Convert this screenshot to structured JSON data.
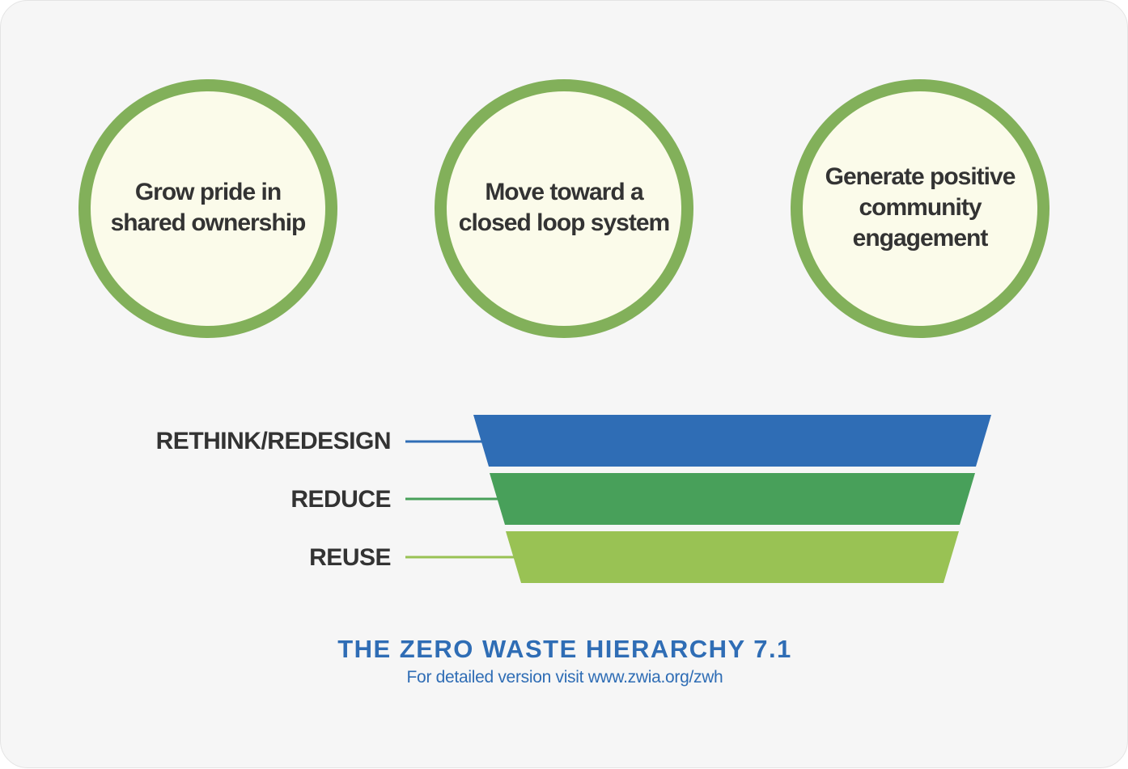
{
  "goals": [
    {
      "text": "Grow pride in shared ownership"
    },
    {
      "text": "Move toward a closed loop system"
    },
    {
      "text": "Generate positive community engagement"
    }
  ],
  "hierarchy": {
    "levels": [
      {
        "label": "RETHINK/REDESIGN",
        "color": "#2f6db5"
      },
      {
        "label": "REDUCE",
        "color": "#48a05a"
      },
      {
        "label": "REUSE",
        "color": "#99c254"
      }
    ]
  },
  "title": "THE ZERO WASTE HIERARCHY 7.1",
  "subtitle": "For detailed version visit www.zwia.org/zwh",
  "colors": {
    "circle_border": "#82b05a",
    "circle_fill": "#fbfbea",
    "title": "#2f6db5",
    "text": "#333333"
  }
}
